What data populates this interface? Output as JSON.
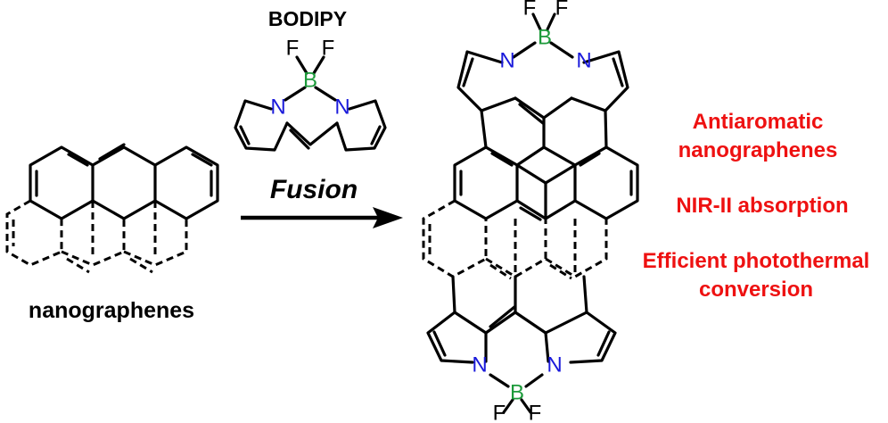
{
  "colors": {
    "nitrogen": "#1a1adb",
    "boron": "#1c9a3a",
    "fluorine": "#000000",
    "claims": "#ee1111",
    "bonds": "#000000"
  },
  "atoms": {
    "nitrogen": "N",
    "boron": "B",
    "fluorine": "F"
  },
  "reactant_label": "BODIPY",
  "start_label": "nanographenes",
  "arrow_label": "Fusion",
  "claims": [
    "Antiaromatic",
    "nanographenes",
    "NIR-II absorption",
    "Efficient photothermal",
    "conversion"
  ]
}
